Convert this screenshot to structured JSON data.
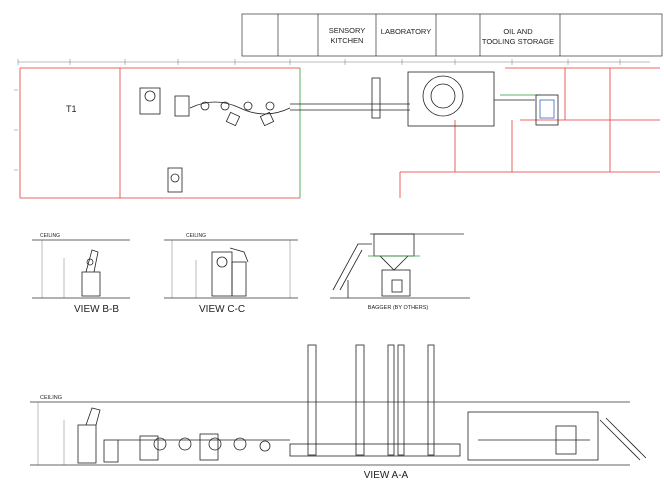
{
  "rooms": {
    "sensory_kitchen": [
      "SENSORY",
      "KITCHEN"
    ],
    "laboratory": "LABORATORY",
    "oil_storage": [
      "OIL AND",
      "TOOLING STORAGE"
    ],
    "t1": "T1"
  },
  "views": {
    "bb": "VIEW B-B",
    "cc": "VIEW C-C",
    "aa": "VIEW A-A",
    "bagger": "BAGGER (BY OTHERS)"
  },
  "labels": {
    "ceiling": "CEILING"
  },
  "colors": {
    "wall_red": "#e53935",
    "wall_green": "#2e9e3a",
    "line": "#222222",
    "accent_blue": "#3b63c9"
  }
}
